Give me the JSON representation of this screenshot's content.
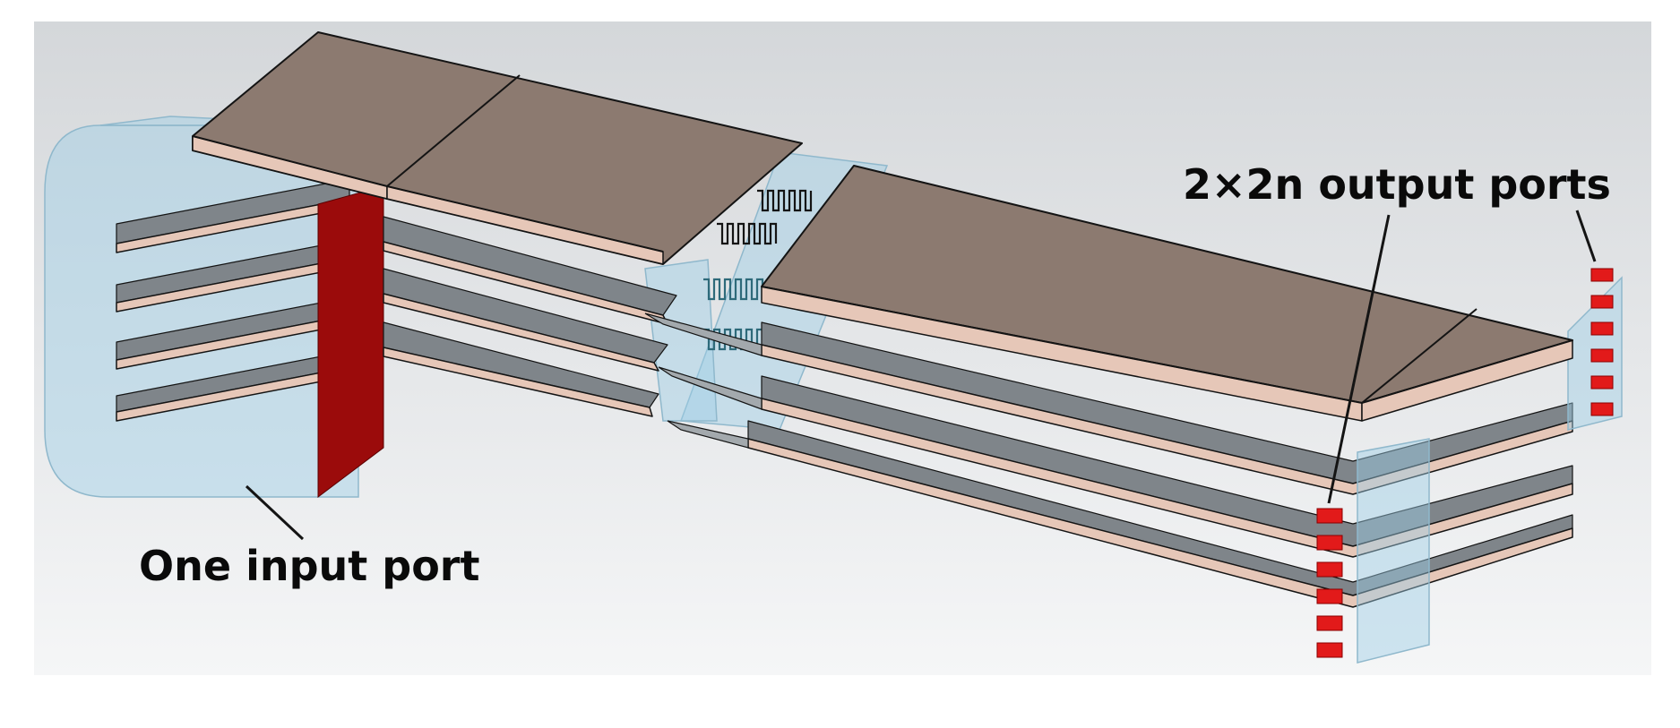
{
  "labels": {
    "input": "One input port",
    "output": "2×2n output ports"
  },
  "colors": {
    "background_top": "#d4d7da",
    "background_bottom": "#f5f6f7",
    "plate_top": "#8c7a70",
    "plate_edge": "#e6c7b8",
    "plate_underside": "#7f858a",
    "plate_shadow": "#a3a9ad",
    "glass": "#9ecfe6",
    "glass_stroke": "#8fb8cc",
    "input_port": "#9b0b0b",
    "output_port": "#e21a1a",
    "outline": "#141414"
  },
  "icons": {
    "input_port": "red-rectangle-port",
    "output_port": "red-square-port"
  }
}
